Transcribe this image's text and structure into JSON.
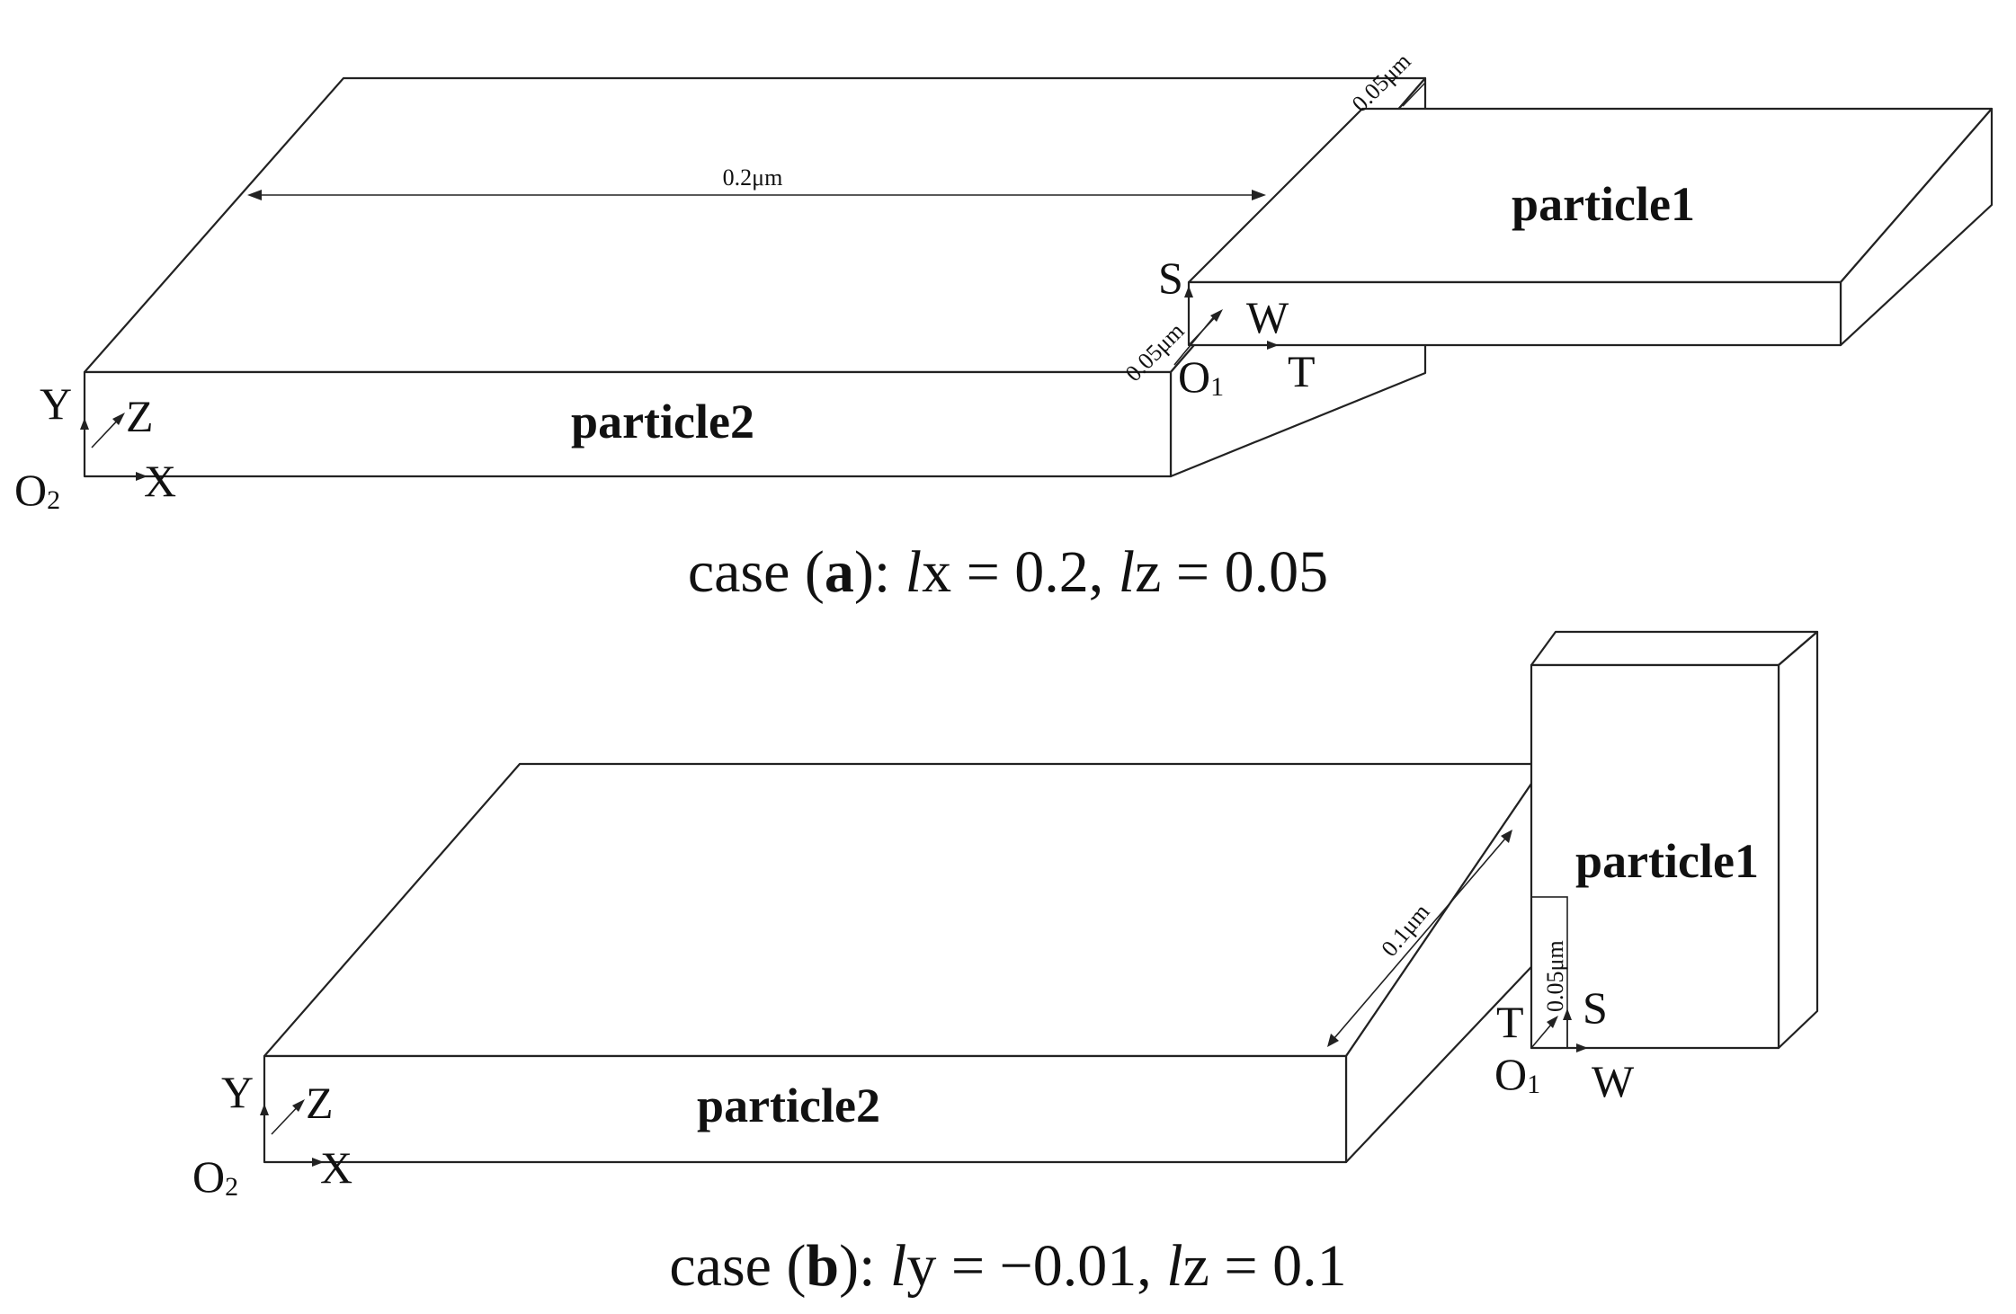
{
  "case_a": {
    "caption": {
      "prefix": "case (",
      "letter": "a",
      "mid": "): ",
      "v1_italic": "l",
      "v1_rest": "x = 0.2, ",
      "v2_italic": "l",
      "v2_rest": "z = 0.05"
    },
    "particle1_label": "particle1",
    "particle2_label": "particle2",
    "dim_length": "0.2μm",
    "dim_top_gap": "0.05μm",
    "dim_side_gap": "0.05μm",
    "axis_y": "Y",
    "axis_z": "Z",
    "axis_x": "X",
    "origin2_main": "O",
    "origin2_sub": "2",
    "origin1_main": "O",
    "origin1_sub": "1",
    "axis_s": "S",
    "axis_w": "W",
    "axis_t": "T"
  },
  "case_b": {
    "caption": {
      "prefix": "case (",
      "letter": "b",
      "mid": "): ",
      "v1_italic": "l",
      "v1_rest": "y = −0.01, ",
      "v2_italic": "l",
      "v2_rest": "z = 0.1"
    },
    "particle1_label": "particle1",
    "particle2_label": "particle2",
    "dim_depth": "0.1μm",
    "dim_height": "0.05μm",
    "axis_y": "Y",
    "axis_z": "Z",
    "axis_x": "X",
    "origin2_main": "O",
    "origin2_sub": "2",
    "origin1_main": "O",
    "origin1_sub": "1",
    "axis_s": "S",
    "axis_w": "W",
    "axis_t": "T"
  }
}
